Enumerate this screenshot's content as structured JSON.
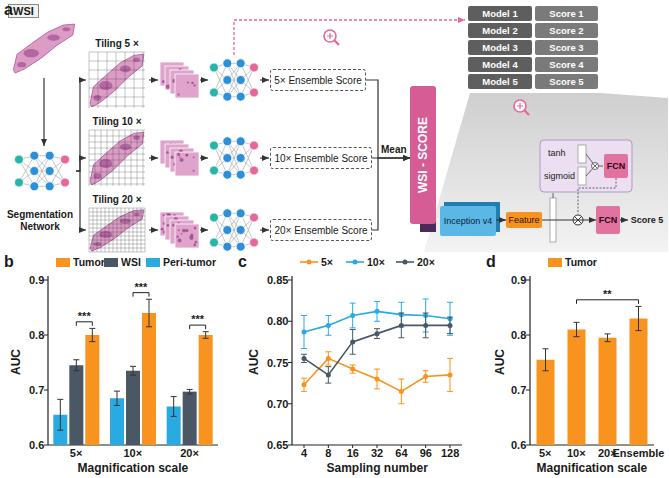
{
  "diagram": {
    "nodes": [
      {
        "text": [
          "WSI"
        ]
      },
      {
        "text": [
          "Segmentation Network"
        ]
      },
      {
        "text": [
          "Tiling 5 ×"
        ]
      },
      {
        "text": [
          "Tiling 10 ×"
        ]
      },
      {
        "text": [
          "Tiling 20 ×"
        ]
      },
      {
        "text": [
          "5× Ensemble Score"
        ]
      },
      {
        "text": [
          "10× Ensemble Score"
        ]
      },
      {
        "text": [
          "20× Ensemble Score"
        ]
      },
      {
        "text": [
          "WSI - SCORE"
        ]
      },
      {
        "text": [
          "Model 1",
          "Score 1"
        ]
      },
      {
        "text": [
          "Model 2",
          "Score 2"
        ]
      },
      {
        "text": [
          "Model 3",
          "Score 3"
        ]
      },
      {
        "text": [
          "Model 4",
          "Score 4"
        ]
      },
      {
        "text": [
          "Model 5",
          "Score 5"
        ]
      },
      {
        "text": [
          "Inception v4"
        ]
      },
      {
        "text": [
          "Feature"
        ]
      },
      {
        "text": [
          "tanh",
          "sigmoid"
        ]
      },
      {
        "text": [
          "FCN"
        ],
        "in": 16
      },
      {
        "text": [
          "FCN"
        ]
      },
      {
        "text": [
          "Score 5"
        ]
      }
    ],
    "edges": [
      {
        "from": 0,
        "to": 1,
        "arrow": "to"
      },
      {
        "from": 1,
        "to": 2,
        "arrow": "to"
      },
      {
        "from": 1,
        "to": 3,
        "arrow": "to"
      },
      {
        "from": 1,
        "to": 4,
        "arrow": "to"
      },
      {
        "from": 5,
        "to": 8,
        "arrow": "to"
      },
      {
        "from": 6,
        "to": 8,
        "arrow": "to",
        "label": "Mean"
      },
      {
        "from": 7,
        "to": 8,
        "arrow": "to"
      },
      {
        "from": 14,
        "to": 15,
        "arrow": "to"
      },
      {
        "from": 15,
        "to": 18,
        "arrow": "to"
      },
      {
        "from": 18,
        "to": 19,
        "arrow": "to"
      }
    ],
    "labels": [
      "a",
      "b",
      "c",
      "d",
      "AUC",
      "0.9",
      "0.8",
      "0.7",
      "0.6",
      "5×",
      "10×",
      "20×",
      "Magnification scale",
      "***",
      "***",
      "***",
      "AUC",
      "0.85",
      "0.80",
      "0.75",
      "0.70",
      "0.65",
      "4",
      "8",
      "16",
      "32",
      "64",
      "96",
      "128",
      "Sampling number",
      "AUC",
      "0.9",
      "0.8",
      "0.7",
      "0.6",
      "5×",
      "10×",
      "20×",
      "Ensemble",
      "Magnification scale",
      "**"
    ],
    "legend": [
      {
        "text": "Tumor",
        "color": "#F7931E"
      },
      {
        "text": "WSI",
        "color": "#4A5866"
      },
      {
        "text": "Peri-tumor",
        "color": "#29ABE2"
      },
      {
        "text": "5×"
      },
      {
        "text": "10×"
      },
      {
        "text": "20×"
      },
      {
        "text": "Tumor",
        "color": "#F7931E"
      }
    ]
  }
}
